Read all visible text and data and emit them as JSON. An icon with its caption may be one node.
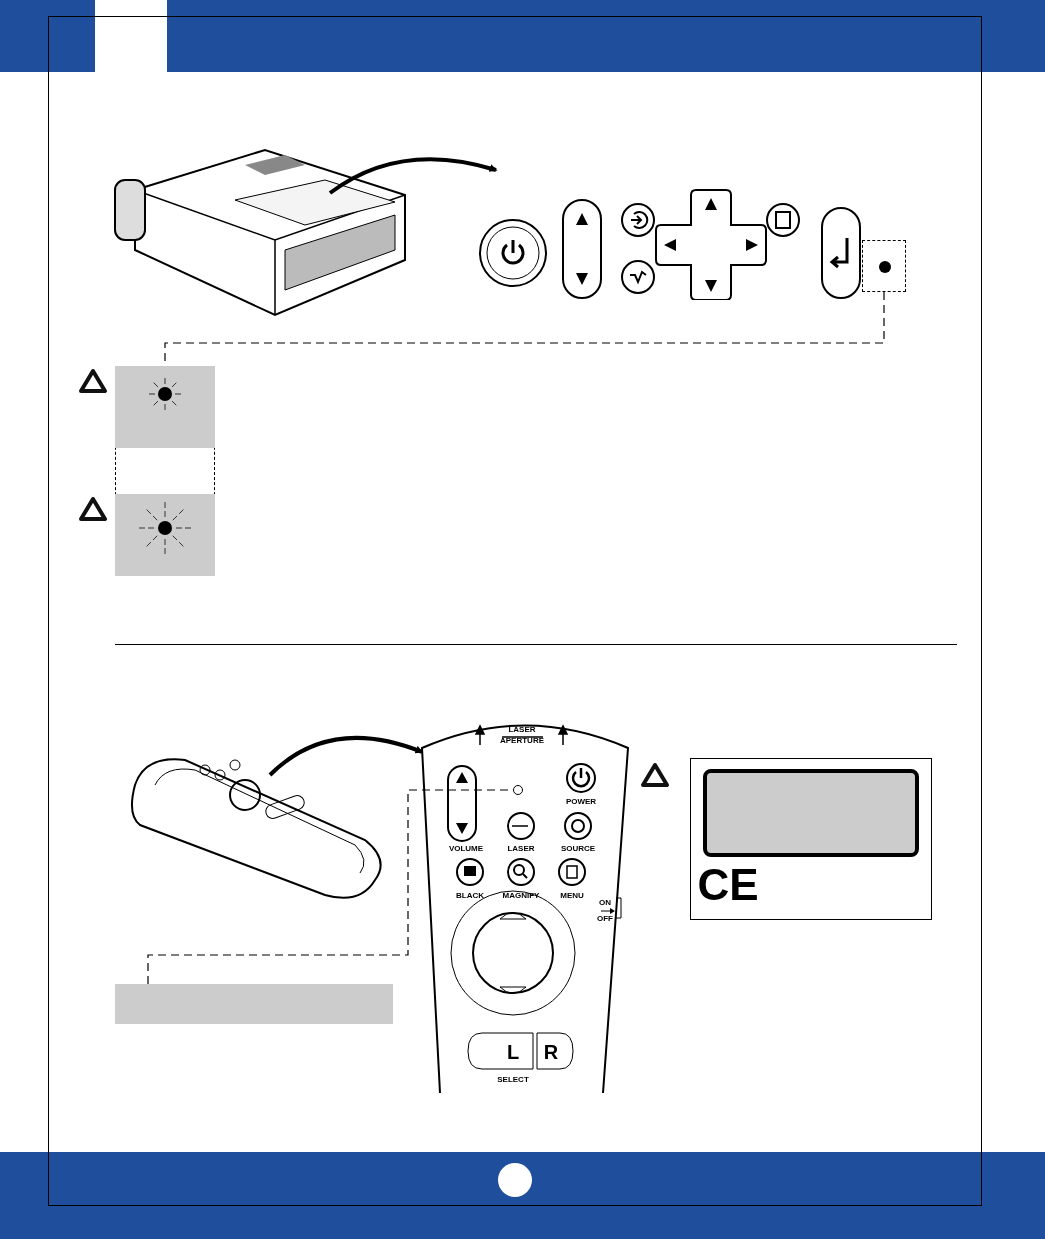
{
  "diagram": {
    "nodes": [
      {
        "text": [],
        "shape": "picture"
      },
      {
        "text": [],
        "shape": "picture"
      },
      {
        "text": [],
        "shape": "box"
      },
      {
        "text": [],
        "shape": "box"
      },
      {
        "text": [],
        "shape": "box"
      },
      {
        "text": [],
        "shape": "picture"
      },
      {
        "text": [],
        "shape": "picture"
      },
      {
        "text": [],
        "shape": "circle",
        "in": 6
      },
      {
        "text": [],
        "shape": "box"
      },
      {
        "text": [],
        "shape": "box"
      },
      {
        "text": [],
        "shape": "box",
        "in": 9
      }
    ],
    "edges": [
      {
        "from": 0,
        "to": 1,
        "arrow": "to",
        "style": "thick"
      },
      {
        "from": 2,
        "to": 3,
        "arrow": "none",
        "style": "dashed"
      },
      {
        "from": 5,
        "to": 6,
        "arrow": "to",
        "style": "thick"
      },
      {
        "from": 8,
        "to": 7,
        "arrow": "none",
        "style": "dashed"
      }
    ],
    "labels": [
      "LASER",
      "APERTURE",
      "POWER",
      "VOLUME",
      "LASER",
      "SOURCE",
      "BLACK",
      "MAGNIFY",
      "MENU",
      "ON",
      "OFF",
      "L",
      "R",
      "SELECT",
      "CE"
    ]
  }
}
